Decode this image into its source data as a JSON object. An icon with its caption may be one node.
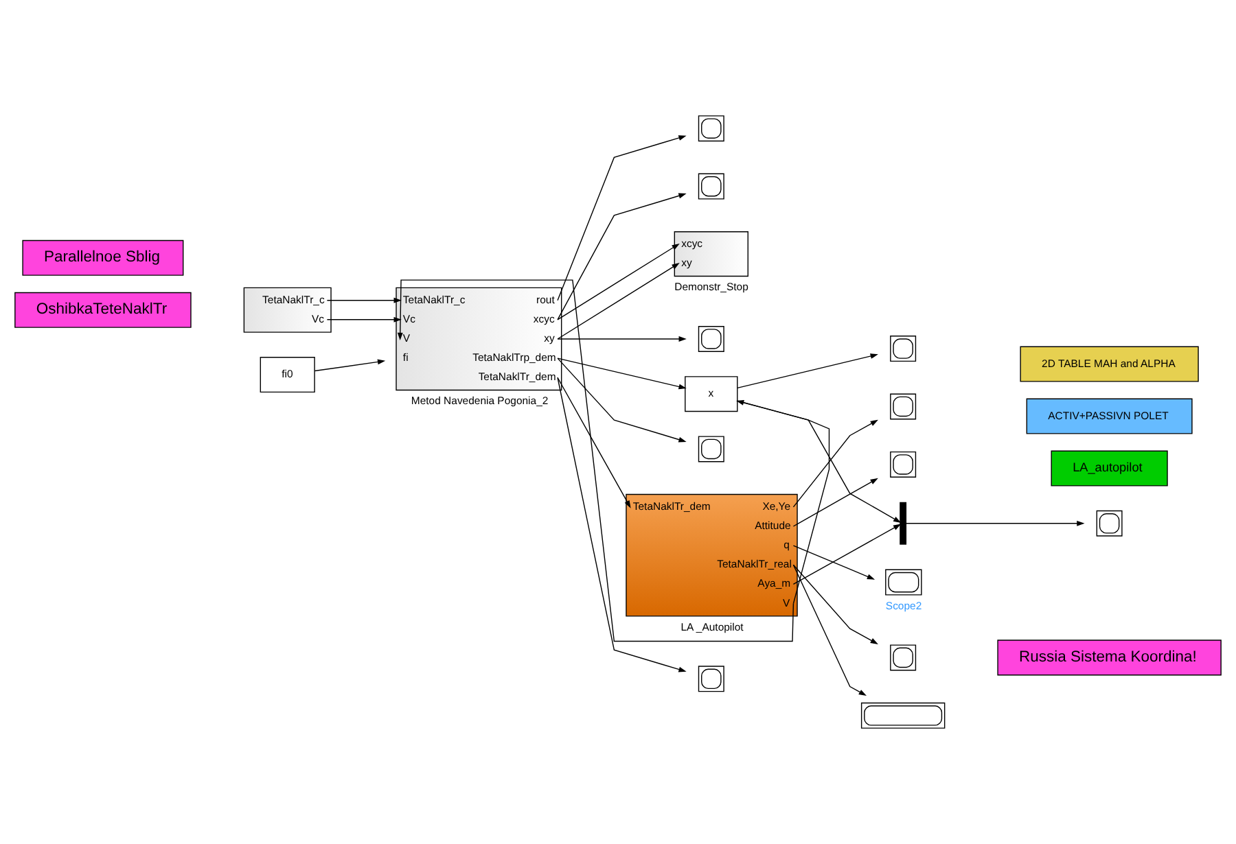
{
  "diagram": {
    "nodes": [
      {
        "text": [
          "Parallelnoe Sblig"
        ]
      },
      {
        "text": [
          "OshibkaTeteNaklTr"
        ]
      },
      {
        "text": [
          "TetaNaklTr_c",
          "Vc"
        ]
      },
      {
        "text": [
          "fi0"
        ]
      },
      {
        "text": [
          "TetaNaklTr_c",
          "Vc",
          "V",
          "fi",
          "rout",
          "xcyc",
          "xy",
          "TetaNaklTrp_dem",
          "TetaNaklTr_dem"
        ],
        "beside": [
          "Metod Navedenia Pogonia_2"
        ]
      },
      {
        "text": [],
        "shape": "box"
      },
      {
        "text": [],
        "shape": "box"
      },
      {
        "text": [
          "xcyc",
          "xy"
        ],
        "beside": [
          "Demonstr_Stop"
        ]
      },
      {
        "text": [],
        "shape": "box"
      },
      {
        "text": [
          "x"
        ]
      },
      {
        "text": [],
        "shape": "bar"
      },
      {
        "text": [],
        "shape": "box"
      },
      {
        "text": [],
        "shape": "box"
      },
      {
        "text": [],
        "shape": "box"
      },
      {
        "text": [],
        "shape": "box"
      },
      {
        "text": [
          "TetaNaklTr_dem",
          "Xe,Ye",
          "Attitude",
          "q",
          "TetaNaklTr_real",
          "Aya_m",
          "V"
        ],
        "beside": [
          "LA _Autopilot"
        ]
      },
      {
        "text": [],
        "shape": "box"
      },
      {
        "text": [],
        "shape": "box"
      },
      {
        "text": [],
        "shape": "box",
        "beside": [
          "Scope2"
        ]
      },
      {
        "text": [],
        "shape": "box"
      },
      {
        "text": [],
        "shape": "box"
      },
      {
        "text": [
          "Russia Sistema Koordina!"
        ]
      },
      {
        "text": [
          "LA_autopilot"
        ]
      },
      {
        "text": [
          "ACTIV+PASSIVN POLET"
        ]
      },
      {
        "text": [
          "2D TABLE MAH and ALPHA"
        ]
      }
    ],
    "edges": [
      {
        "from": 2,
        "to": 4,
        "arrow": "to"
      },
      {
        "from": 2,
        "to": 4,
        "arrow": "to"
      },
      {
        "from": 3,
        "to": 4,
        "arrow": "to"
      },
      {
        "from": 15,
        "to": 4,
        "arrow": "to"
      },
      {
        "from": 4,
        "to": 5,
        "arrow": "to"
      },
      {
        "from": 4,
        "to": 6,
        "arrow": "to"
      },
      {
        "from": 4,
        "to": 7,
        "arrow": "to"
      },
      {
        "from": 4,
        "to": 8,
        "arrow": "to"
      },
      {
        "from": 4,
        "to": 7,
        "arrow": "to"
      },
      {
        "from": 4,
        "to": 9,
        "arrow": "to"
      },
      {
        "from": 4,
        "to": 14,
        "arrow": "to"
      },
      {
        "from": 15,
        "to": 9,
        "arrow": "to"
      },
      {
        "from": 4,
        "to": 15,
        "arrow": "to"
      },
      {
        "from": 4,
        "to": 13,
        "arrow": "to"
      },
      {
        "from": 9,
        "to": 10,
        "arrow": "to"
      },
      {
        "from": 9,
        "to": 12,
        "arrow": "to"
      },
      {
        "from": 15,
        "to": 10,
        "arrow": "to"
      },
      {
        "from": 10,
        "to": 11,
        "arrow": "to"
      },
      {
        "from": 15,
        "to": 16,
        "arrow": "to"
      },
      {
        "from": 15,
        "to": 17,
        "arrow": "to"
      },
      {
        "from": 15,
        "to": 18,
        "arrow": "to"
      },
      {
        "from": 15,
        "to": 19,
        "arrow": "to"
      },
      {
        "from": 15,
        "to": 20,
        "arrow": "to"
      }
    ]
  }
}
